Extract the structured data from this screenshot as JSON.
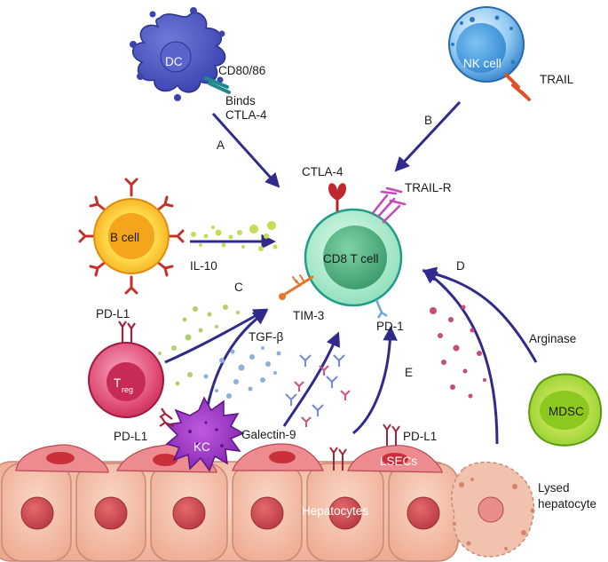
{
  "labels": {
    "dc": "DC",
    "cd80_86": "CD80/86",
    "binds": "Binds",
    "binds_ctla4": "CTLA-4",
    "nk_cell": "NK cell",
    "trail": "TRAIL",
    "b_cell": "B cell",
    "il10": "IL-10",
    "cd8_t_cell": "CD8 T cell",
    "ctla4": "CTLA-4",
    "trail_r": "TRAIL-R",
    "tim3": "TIM-3",
    "pd1": "PD-1",
    "pd_l1_treg": "PD-L1",
    "treg_main": "T",
    "treg_sub": "reg",
    "tgf_beta": "TGF-β",
    "kc": "KC",
    "pd_l1_kc": "PD-L1",
    "galectin9": "Galectin-9",
    "pd_l1_lsec": "PD-L1",
    "lsecs": "LSECs",
    "hepatocytes": "Hepatocytes",
    "arginase": "Arginase",
    "mdsc": "MDSC",
    "lysed_1": "Lysed",
    "lysed_2": "hepatocyte"
  },
  "arrow_letters": {
    "a": "A",
    "b": "B",
    "c": "C",
    "d": "D",
    "e": "E"
  },
  "colors": {
    "arrow": "#2f2a8c",
    "dc": "#3f49b8",
    "nk": "#2c7fc9",
    "b_cell_membrane": "#f2a516",
    "b_cell_receptor": "#c8302a",
    "cd8_cell": "#9ce8c4",
    "cd8_nucleus": "#3a9a6a",
    "treg": "#c4204c",
    "kc": "#8b2ab8",
    "mdsc": "#7cbf1c",
    "hepatocyte": "#f1b9a2",
    "hepatocyte_nucleus": "#c8474e",
    "lsec": "#e8707a",
    "ctla4": "#b3242a",
    "trail_r": "#c44ab8",
    "tim3": "#e8742a",
    "pd1": "#6aa6d8",
    "pd_l1": "#a0243e",
    "il10_dots": "#b9d94a",
    "tgf_dots": "#8cb0dc",
    "arginase_dots": "#c23a6a"
  }
}
